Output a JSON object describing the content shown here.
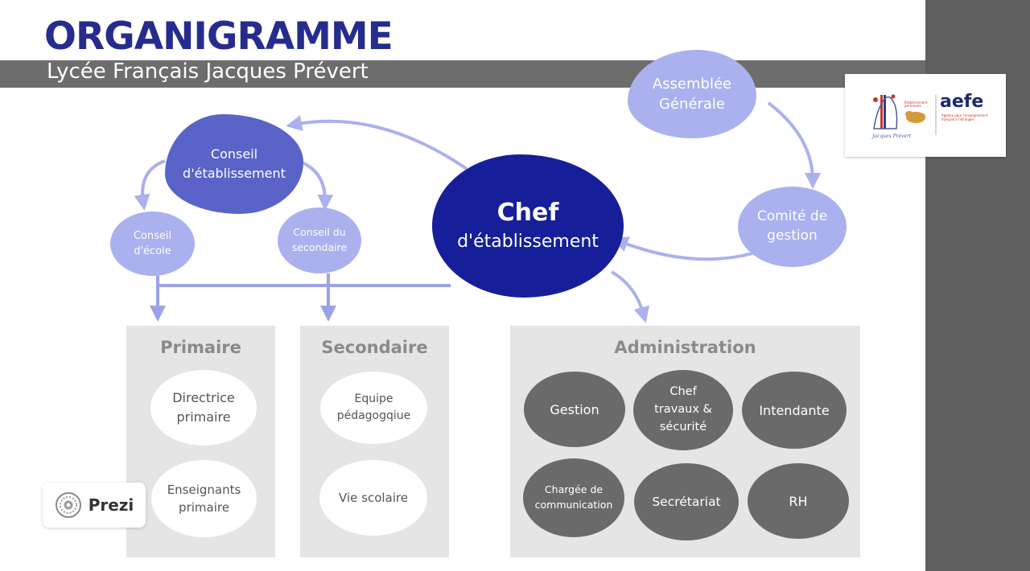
{
  "header": {
    "title": "ORGANIGRAMME",
    "subtitle": "Lycée Français Jacques Prévert"
  },
  "logo": {
    "brand": "aefe",
    "school_signature": "Jacques Prévert",
    "caption": "Établissement partenaire",
    "aefe_caption": "Agence pour l'enseignement français à l'étranger"
  },
  "nodes": {
    "assemblee": "Assemblée Générale",
    "comite": "Comité de gestion",
    "conseil_etablissement": "Conseil d'établissement",
    "conseil_ecole": "Conseil d'école",
    "conseil_secondaire": "Conseil du secondaire",
    "chef_line1": "Chef",
    "chef_line2": "d'établissement"
  },
  "panels": {
    "primaire": {
      "title": "Primaire",
      "items": [
        "Directrice primaire",
        "Enseignants primaire"
      ]
    },
    "secondaire": {
      "title": "Secondaire",
      "items": [
        "Equipe pédagogqiue",
        "Vie scolaire"
      ]
    },
    "administration": {
      "title": "Administration",
      "items": [
        "Gestion",
        "Chef travaux & sécurité",
        "Intendante",
        "Chargée de communication",
        "Secrétariat",
        "RH"
      ]
    }
  },
  "badge": {
    "label": "Prezi",
    "icon": "prezi-logo-icon"
  },
  "colors": {
    "title": "#262c8e",
    "lavender": "#aab1ee",
    "medium_blue": "#5a63c8",
    "navy": "#171e9a",
    "dark_grey": "#6a6a6a",
    "panel_grey": "#e5e5e5",
    "band_grey": "#6d6d6d"
  }
}
